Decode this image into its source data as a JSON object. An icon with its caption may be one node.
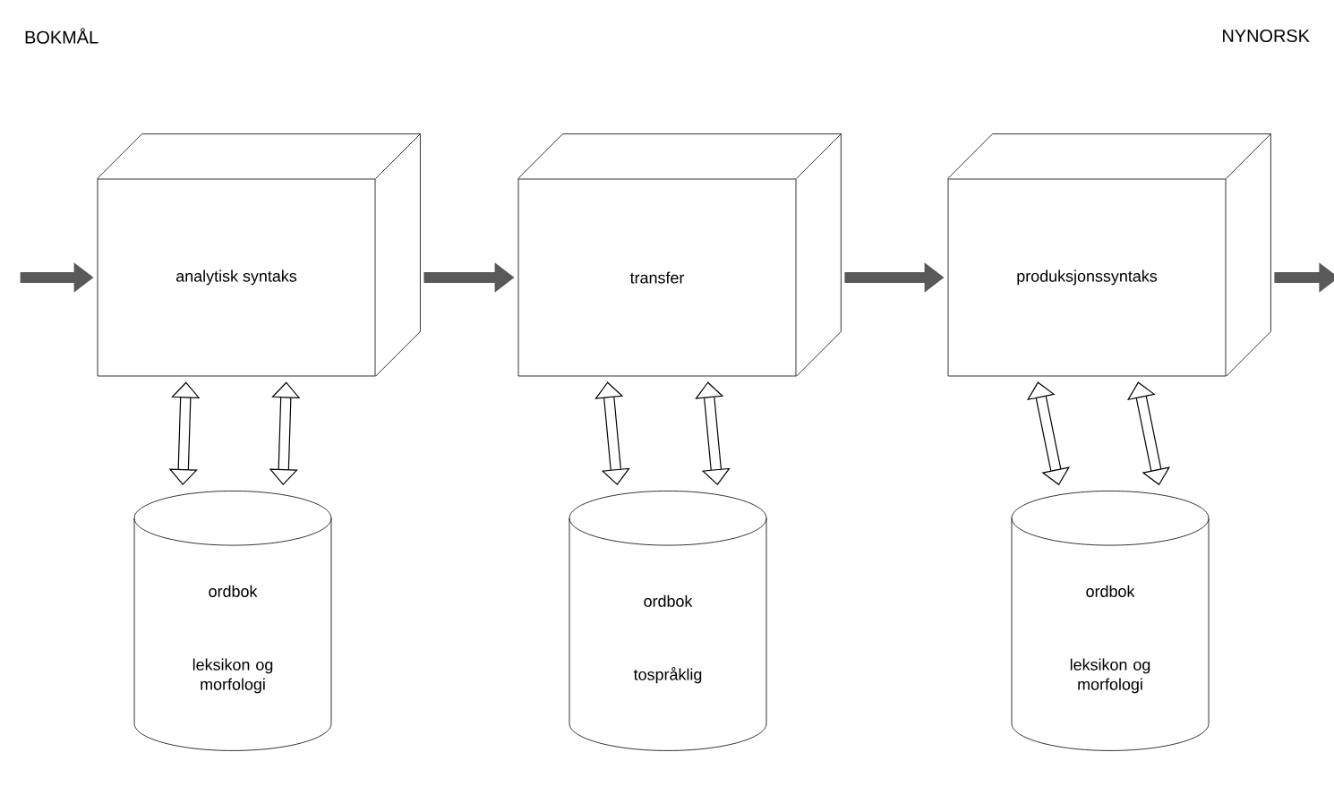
{
  "diagram": {
    "nodes": [
      {
        "text": [
          "analytisk syntaks"
        ]
      },
      {
        "text": [
          "transfer"
        ]
      },
      {
        "text": [
          "produksjonssyntaks"
        ]
      },
      {
        "text": [
          "ordbok",
          "leksikon og morfologi"
        ]
      },
      {
        "text": [
          "ordbok",
          "tospråklig"
        ]
      },
      {
        "text": [
          "ordbok",
          "leksikon og morfologi"
        ]
      }
    ],
    "edges": [
      {
        "from": null,
        "to": 0,
        "arrow": "to"
      },
      {
        "from": 0,
        "to": 1,
        "arrow": "to"
      },
      {
        "from": 1,
        "to": 2,
        "arrow": "to"
      },
      {
        "from": 2,
        "to": null,
        "arrow": "to"
      },
      {
        "from": 0,
        "to": 3,
        "arrow": "both"
      },
      {
        "from": 0,
        "to": 3,
        "arrow": "both"
      },
      {
        "from": 1,
        "to": 4,
        "arrow": "both"
      },
      {
        "from": 1,
        "to": 4,
        "arrow": "both"
      },
      {
        "from": 2,
        "to": 5,
        "arrow": "both"
      },
      {
        "from": 2,
        "to": 5,
        "arrow": "both"
      }
    ],
    "labels": [
      "BOKMÅL",
      "NYNORSK"
    ]
  }
}
